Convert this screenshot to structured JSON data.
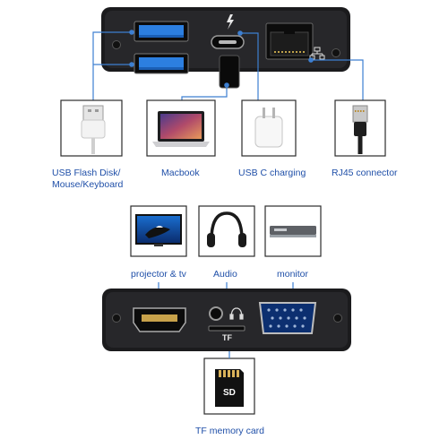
{
  "colors": {
    "label": "#1f4fa8",
    "line": "#3d7fd1",
    "device_body": "#1b1b1d",
    "device_face": "#27272a",
    "usb_blue": "#2c7fe0",
    "frame": "#2c2c2c"
  },
  "top_device": {
    "ports": [
      "usb-a-port",
      "usb-a-port",
      "usb-c-port",
      "audio-jack",
      "rj45-port"
    ],
    "icons": [
      "lightning-icon",
      "network-icon"
    ]
  },
  "top_labels": [
    "USB Flash Disk/\nMouse/Keyboard",
    "Macbook",
    "USB C charging",
    "RJ45 connector"
  ],
  "top_pictures": [
    "usb-cable-icon",
    "laptop-icon",
    "charger-icon",
    "ethernet-cable-icon"
  ],
  "bottom_labels": {
    "projector": "projector & tv",
    "audio": "Audio",
    "monitor": "monitor",
    "tf_slot": "TF",
    "tf_card": "TF memory card"
  },
  "bottom_pictures": [
    "tv-icon",
    "headphones-icon",
    "monitor-icon",
    "sd-card-icon"
  ],
  "bottom_device": {
    "ports": [
      "hdmi-port",
      "audio-jack",
      "vga-port",
      "tf-card-slot"
    ],
    "icons": [
      "headphone-icon"
    ]
  },
  "sd_card_text": "SD"
}
